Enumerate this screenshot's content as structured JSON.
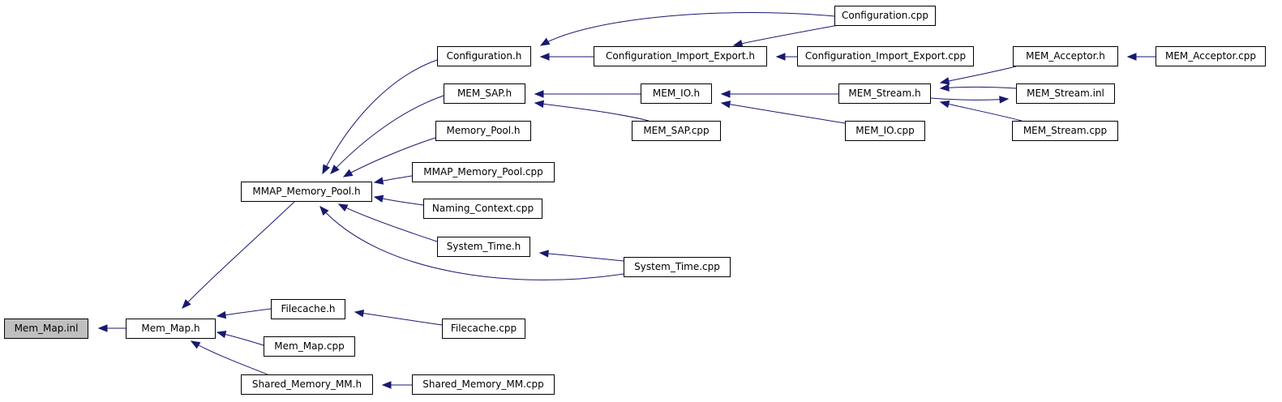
{
  "nodes": [
    {
      "id": "n0",
      "label": "Mem_Map.inl",
      "root": true
    },
    {
      "id": "n1",
      "label": "Mem_Map.h"
    },
    {
      "id": "n2",
      "label": "MMAP_Memory_Pool.h"
    },
    {
      "id": "n3",
      "label": "Configuration.h"
    },
    {
      "id": "n4",
      "label": "Configuration.cpp"
    },
    {
      "id": "n5",
      "label": "Configuration_Import_Export.h"
    },
    {
      "id": "n6",
      "label": "Configuration_Import_Export.cpp"
    },
    {
      "id": "n7",
      "label": "MEM_SAP.h"
    },
    {
      "id": "n8",
      "label": "MEM_IO.h"
    },
    {
      "id": "n9",
      "label": "MEM_Stream.h"
    },
    {
      "id": "n10",
      "label": "MEM_Acceptor.h"
    },
    {
      "id": "n11",
      "label": "MEM_Acceptor.cpp"
    },
    {
      "id": "n12",
      "label": "MEM_Stream.inl"
    },
    {
      "id": "n13",
      "label": "MEM_Stream.cpp"
    },
    {
      "id": "n14",
      "label": "MEM_IO.cpp"
    },
    {
      "id": "n15",
      "label": "MEM_SAP.cpp"
    },
    {
      "id": "n16",
      "label": "Memory_Pool.h"
    },
    {
      "id": "n17",
      "label": "MMAP_Memory_Pool.cpp"
    },
    {
      "id": "n18",
      "label": "Naming_Context.cpp"
    },
    {
      "id": "n19",
      "label": "System_Time.h"
    },
    {
      "id": "n20",
      "label": "System_Time.cpp"
    },
    {
      "id": "n21",
      "label": "Filecache.h"
    },
    {
      "id": "n22",
      "label": "Filecache.cpp"
    },
    {
      "id": "n23",
      "label": "Mem_Map.cpp"
    },
    {
      "id": "n24",
      "label": "Shared_Memory_MM.h"
    },
    {
      "id": "n25",
      "label": "Shared_Memory_MM.cpp"
    }
  ],
  "edges": [
    {
      "from": "n1",
      "to": "n0"
    },
    {
      "from": "n2",
      "to": "n1"
    },
    {
      "from": "n21",
      "to": "n1"
    },
    {
      "from": "n23",
      "to": "n1"
    },
    {
      "from": "n24",
      "to": "n1"
    },
    {
      "from": "n3",
      "to": "n2"
    },
    {
      "from": "n7",
      "to": "n2"
    },
    {
      "from": "n16",
      "to": "n2"
    },
    {
      "from": "n17",
      "to": "n2"
    },
    {
      "from": "n18",
      "to": "n2"
    },
    {
      "from": "n19",
      "to": "n2"
    },
    {
      "from": "n20",
      "to": "n2"
    },
    {
      "from": "n4",
      "to": "n3"
    },
    {
      "from": "n5",
      "to": "n3"
    },
    {
      "from": "n4",
      "to": "n5"
    },
    {
      "from": "n6",
      "to": "n5"
    },
    {
      "from": "n8",
      "to": "n7"
    },
    {
      "from": "n15",
      "to": "n7"
    },
    {
      "from": "n9",
      "to": "n8"
    },
    {
      "from": "n14",
      "to": "n8"
    },
    {
      "from": "n10",
      "to": "n9"
    },
    {
      "from": "n12",
      "to": "n9"
    },
    {
      "from": "n13",
      "to": "n9"
    },
    {
      "from": "n9",
      "to": "n12"
    },
    {
      "from": "n11",
      "to": "n10"
    },
    {
      "from": "n20",
      "to": "n19"
    },
    {
      "from": "n22",
      "to": "n21"
    },
    {
      "from": "n25",
      "to": "n24"
    }
  ]
}
